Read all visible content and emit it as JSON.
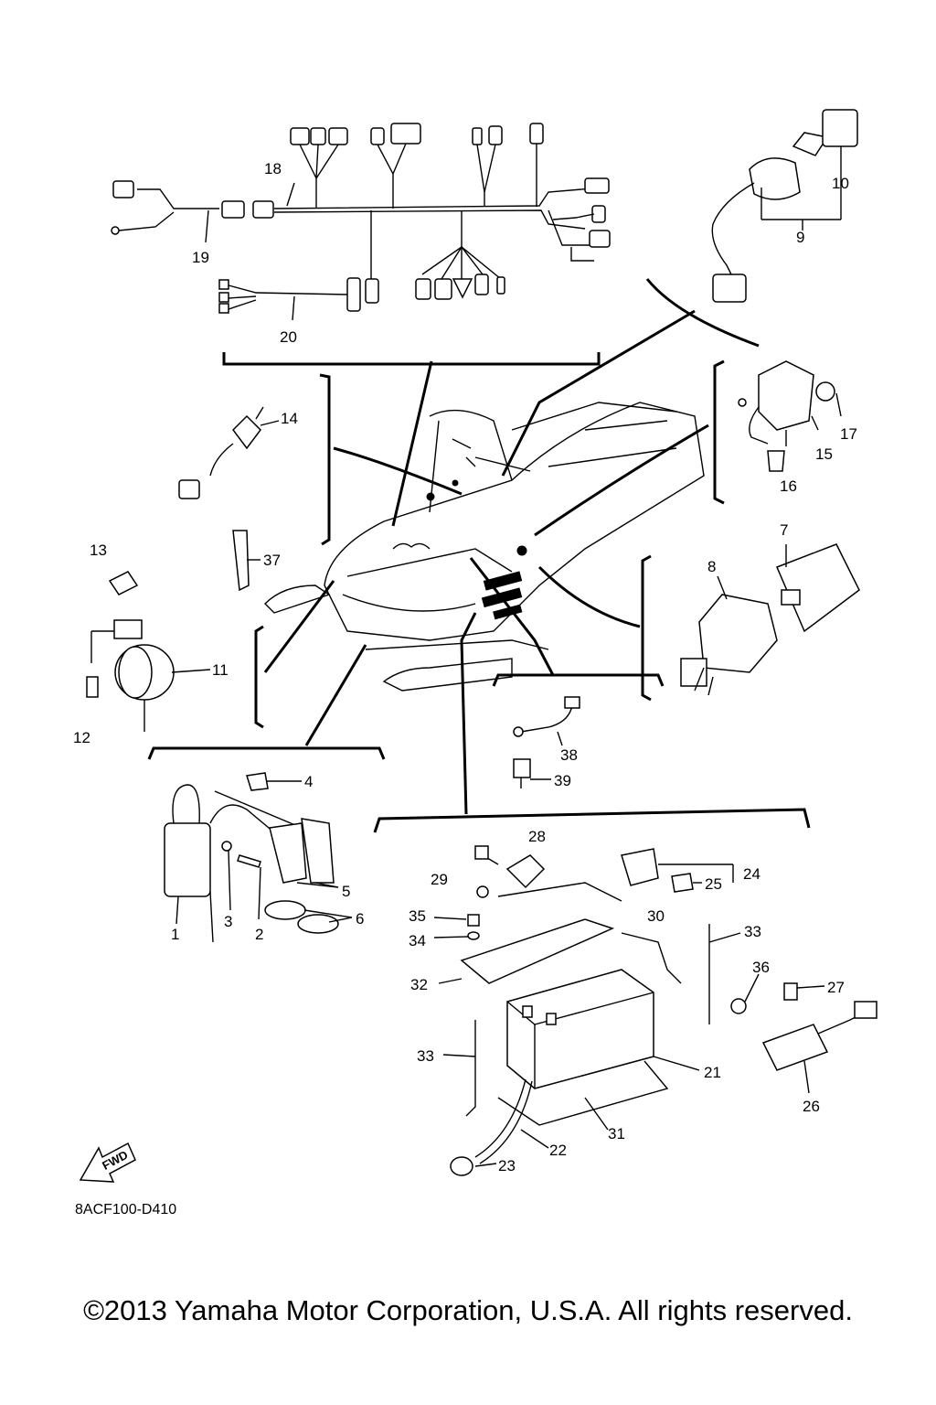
{
  "diagram_code": "8ACF100-D410",
  "fwd_label": "FWD",
  "copyright": "©2013 Yamaha Motor Corporation, U.S.A. All rights reserved.",
  "callouts": {
    "c1": "1",
    "c2": "2",
    "c3": "3",
    "c4": "4",
    "c5": "5",
    "c6": "6",
    "c7": "7",
    "c8": "8",
    "c9": "9",
    "c10": "10",
    "c11": "11",
    "c12": "12",
    "c13": "13",
    "c14": "14",
    "c15": "15",
    "c16": "16",
    "c17": "17",
    "c18": "18",
    "c19": "19",
    "c20": "20",
    "c21": "21",
    "c22": "22",
    "c23": "23",
    "c24": "24",
    "c25": "25",
    "c26": "26",
    "c27": "27",
    "c28": "28",
    "c29": "29",
    "c30": "30",
    "c31": "31",
    "c32": "32",
    "c33a": "33",
    "c33b": "33",
    "c34": "34",
    "c35": "35",
    "c36": "36",
    "c37": "37",
    "c38": "38",
    "c39": "39"
  }
}
